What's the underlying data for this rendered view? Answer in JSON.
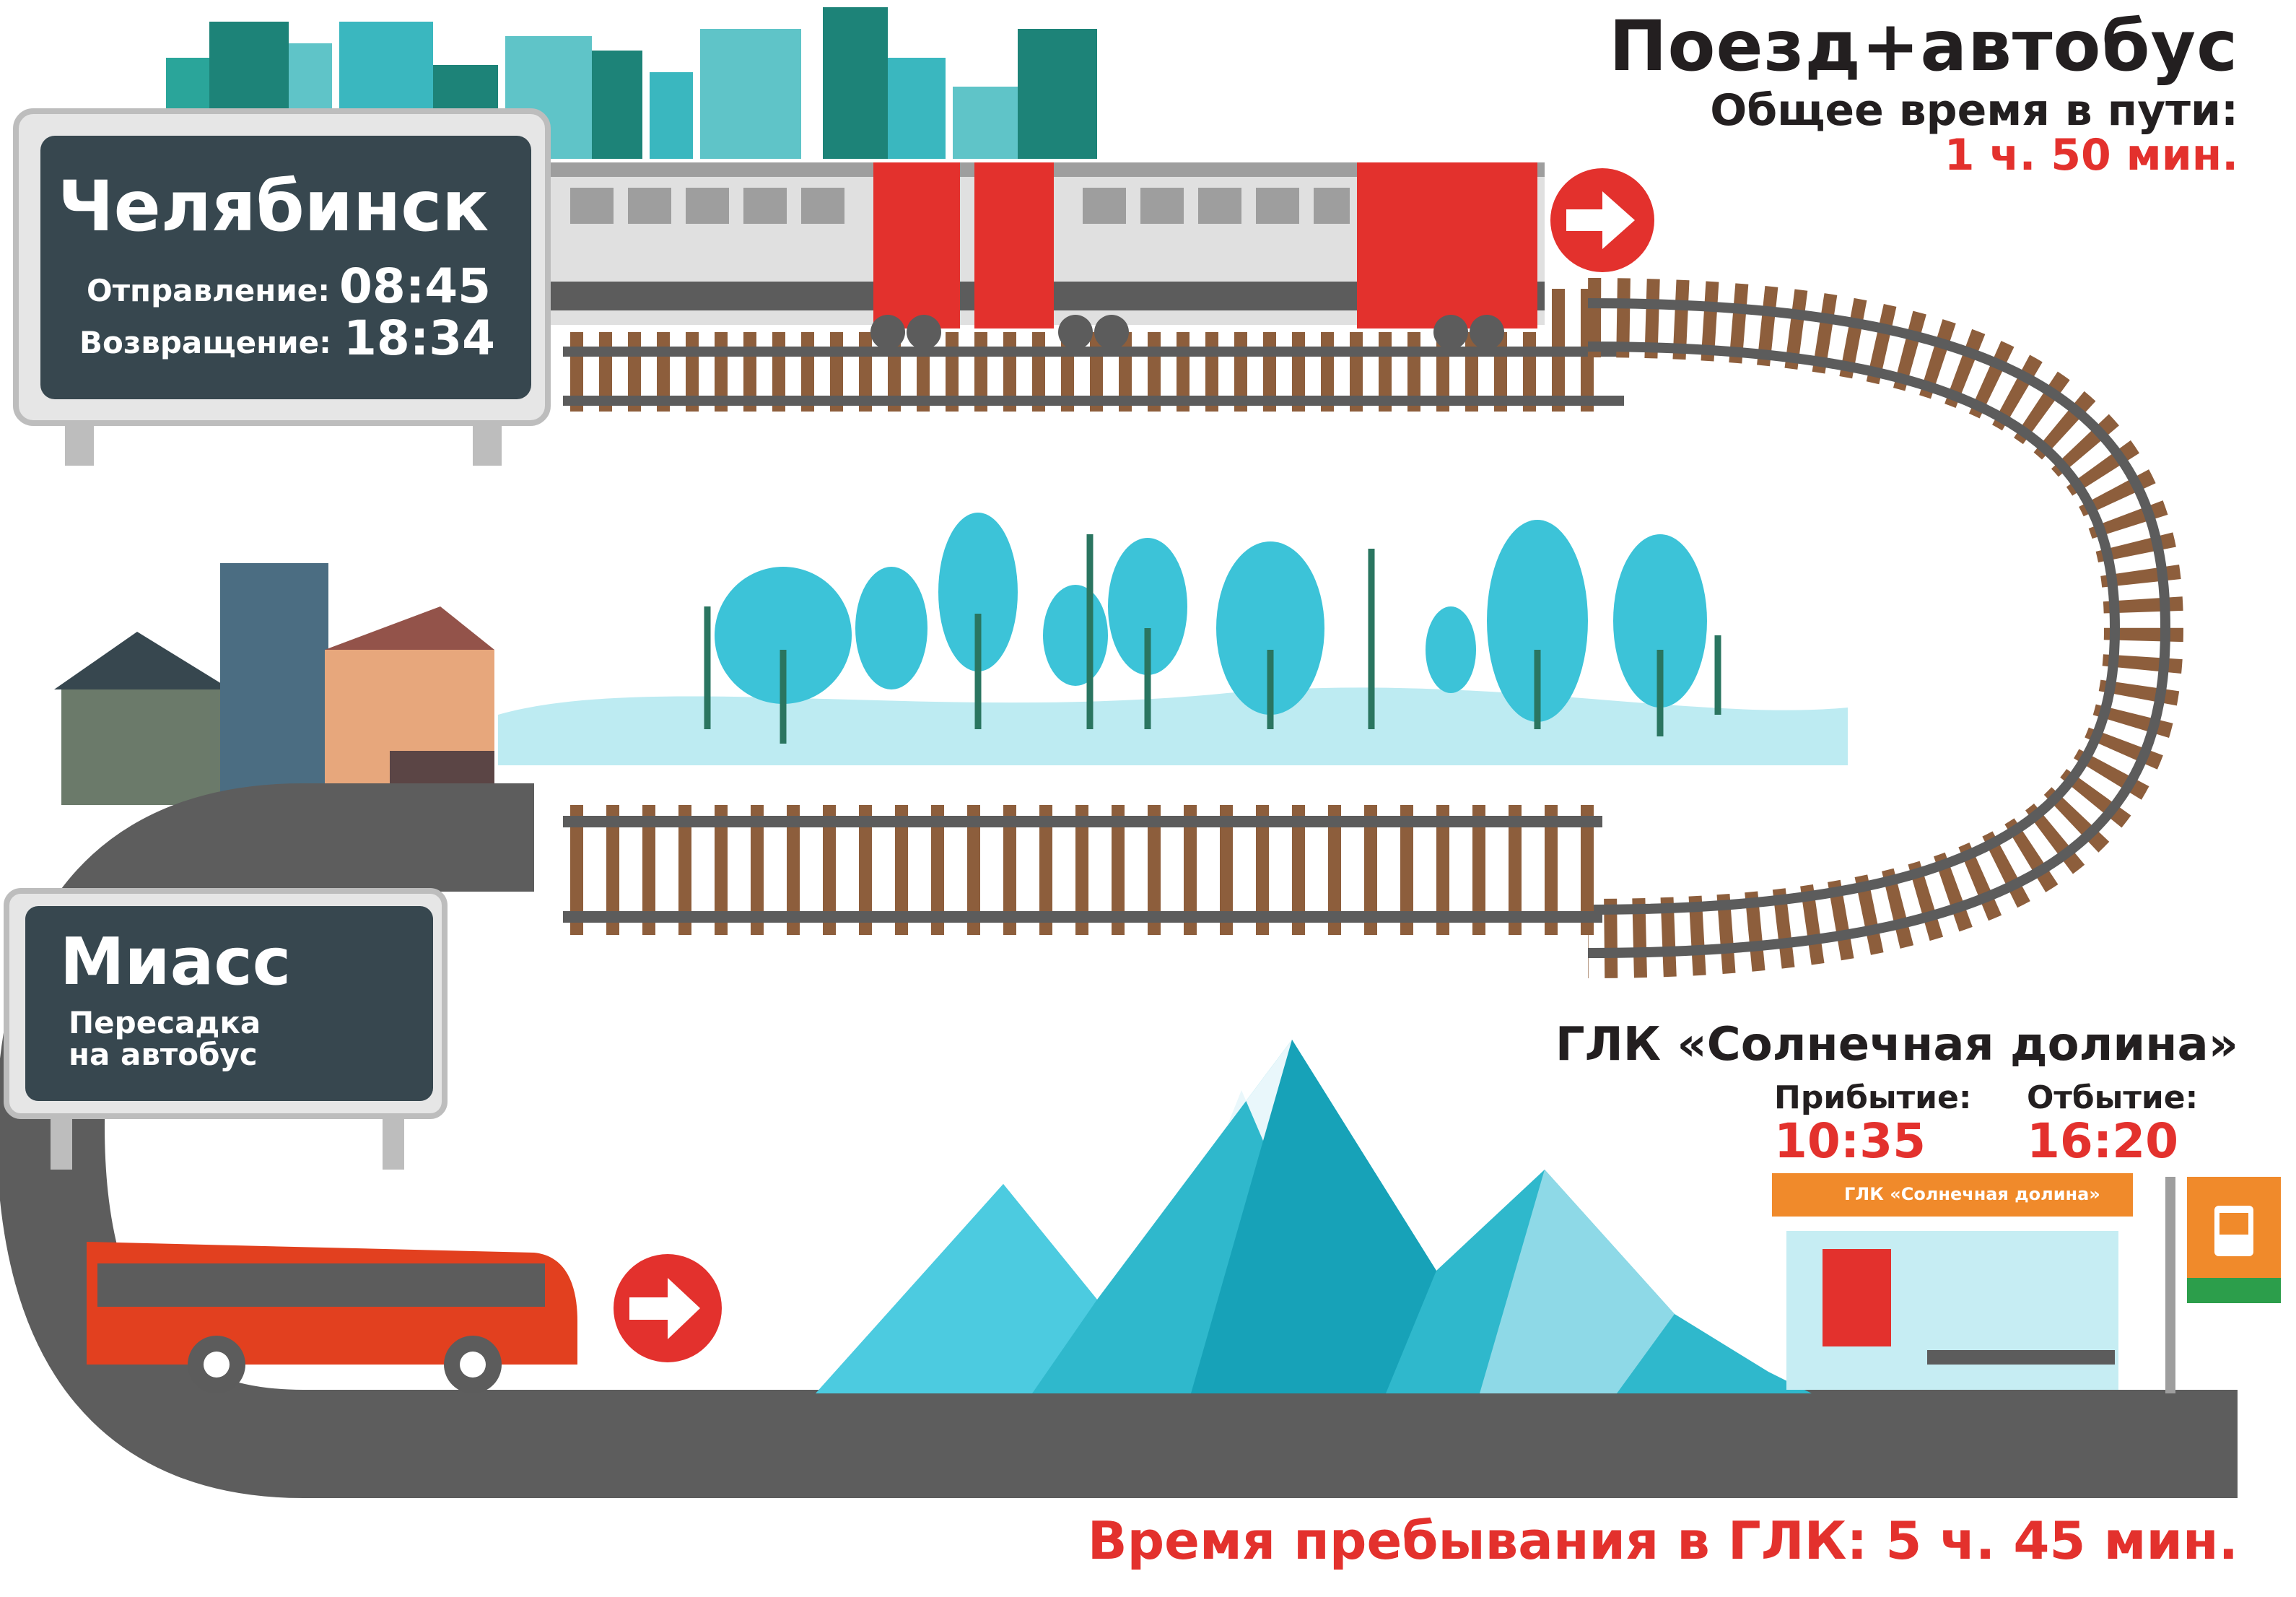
{
  "header": {
    "title": "Поезд+автобус",
    "total_label": "Общее время в пути:",
    "total_value": "1 ч. 50 мин."
  },
  "origin": {
    "city": "Челябинск",
    "departure_label": "Отправление:",
    "departure_time": "08:45",
    "return_label": "Возвращение:",
    "return_time": "18:34"
  },
  "transfer": {
    "city": "Миасс",
    "line1": "Пересадка",
    "line2": "на автобус"
  },
  "resort": {
    "name": "ГЛК «Солнечная долина»",
    "arrival_label": "Прибытие:",
    "arrival_time": "10:35",
    "departure_label": "Отбытие:",
    "departure_time": "16:20",
    "stop_sign": "ГЛК «Солнечная долина»"
  },
  "footer": {
    "stay": "Время пребывания в ГЛК: 5 ч. 45 мин."
  },
  "colors": {
    "accent_red": "#e3312d",
    "sign_bg": "#37474f",
    "rail_brown": "#8d5e3c",
    "road_gray": "#5d5d5d",
    "ice_blue": "#3cc3d8"
  },
  "icons": [
    "arrow-right-icon",
    "bus-stop-icon",
    "train-icon",
    "bus-icon"
  ]
}
